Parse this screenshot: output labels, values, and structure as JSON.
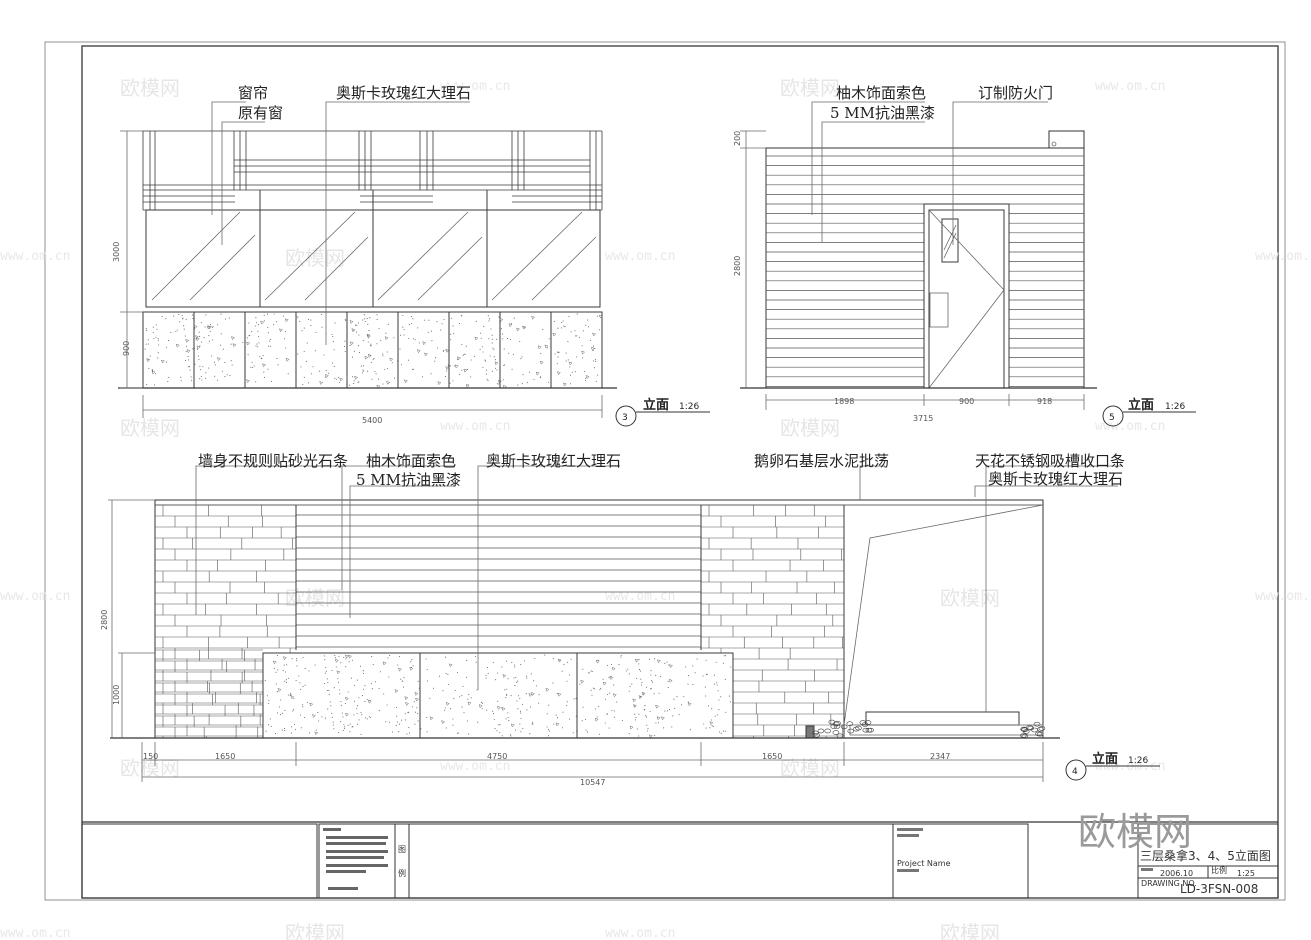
{
  "watermark": {
    "brand": "欧模网",
    "url": "www.om.cn",
    "big_logo": "欧模网"
  },
  "elevation_3": {
    "title": "立面",
    "number": "3",
    "scale": "1:26",
    "labels": {
      "curtain": "窗帘",
      "window": "原有窗",
      "marble": "奥斯卡玫瑰红大理石"
    },
    "dims": {
      "total_width": "5400",
      "upper_height": "3000",
      "lower_height": "900"
    }
  },
  "elevation_5": {
    "title": "立面",
    "number": "5",
    "scale": "1:26",
    "labels": {
      "veneer_line1": "柚木饰面索色",
      "veneer_line2": "5 MM抗油黑漆",
      "door": "订制防火门"
    },
    "dims": {
      "top": "200",
      "height": "2800",
      "left": "1898",
      "door": "900",
      "right": "918",
      "total": "3715"
    }
  },
  "elevation_4": {
    "title": "立面",
    "number": "4",
    "scale": "1:26",
    "labels": {
      "strips": "墙身不规则贴砂光石条",
      "veneer_line1": "柚木饰面索色",
      "veneer_line2": "5 MM抗油黑漆",
      "marble": "奥斯卡玫瑰红大理石",
      "pebble": "鹅卵石基层水泥批荡",
      "ceiling_line1": "天花不锈钢吸槽收口条",
      "ceiling_line2": "奥斯卡玫瑰红大理石"
    },
    "dims": {
      "height": "2800",
      "base": "1000",
      "d1": "150",
      "d2": "1650",
      "d3": "4750",
      "d4": "1650",
      "d5": "2347",
      "total": "10547"
    }
  },
  "title_block": {
    "legend_label_1": "图",
    "legend_label_2": "例",
    "project_label": "Project Name",
    "drawing_title": "三层桑拿3、4、5立面图",
    "date": "2006.10",
    "scale_label": "比例",
    "scale_value": "1:25",
    "drawing_no_label": "DRAWING NO.",
    "drawing_no": "LD-3FSN-008"
  }
}
